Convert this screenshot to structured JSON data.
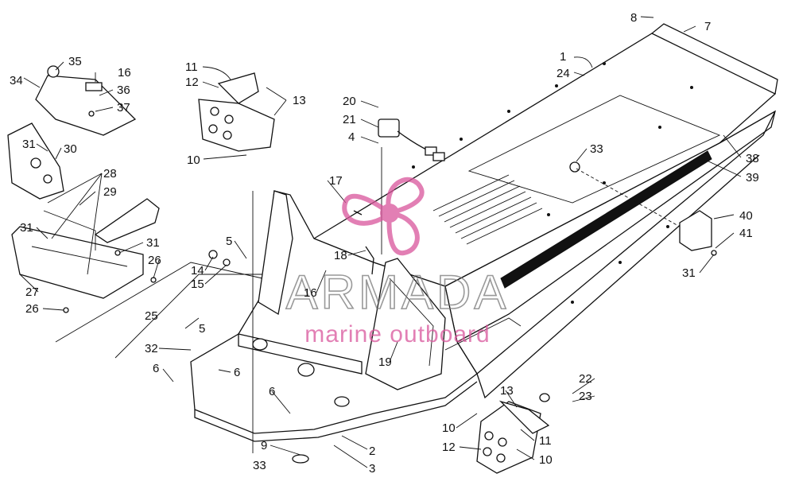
{
  "watermark": {
    "brand": "ARMADA",
    "tagline": "marine outboard",
    "color": "#d9559b"
  },
  "callouts": [
    {
      "id": "c1",
      "label": "1"
    },
    {
      "id": "c24",
      "label": "24"
    },
    {
      "id": "c7",
      "label": "7"
    },
    {
      "id": "c8",
      "label": "8"
    },
    {
      "id": "c35",
      "label": "35"
    },
    {
      "id": "c16a",
      "label": "16"
    },
    {
      "id": "c34",
      "label": "34"
    },
    {
      "id": "c36",
      "label": "36"
    },
    {
      "id": "c37",
      "label": "37"
    },
    {
      "id": "c11a",
      "label": "11"
    },
    {
      "id": "c12a",
      "label": "12"
    },
    {
      "id": "c13a",
      "label": "13"
    },
    {
      "id": "c10a",
      "label": "10"
    },
    {
      "id": "c20",
      "label": "20"
    },
    {
      "id": "c21",
      "label": "21"
    },
    {
      "id": "c4",
      "label": "4"
    },
    {
      "id": "c33a",
      "label": "33"
    },
    {
      "id": "c38",
      "label": "38"
    },
    {
      "id": "c39",
      "label": "39"
    },
    {
      "id": "c31a",
      "label": "31"
    },
    {
      "id": "c30",
      "label": "30"
    },
    {
      "id": "c28",
      "label": "28"
    },
    {
      "id": "c29",
      "label": "29"
    },
    {
      "id": "c17",
      "label": "17"
    },
    {
      "id": "c40",
      "label": "40"
    },
    {
      "id": "c41",
      "label": "41"
    },
    {
      "id": "c31b",
      "label": "31"
    },
    {
      "id": "c31c",
      "label": "31"
    },
    {
      "id": "c31d",
      "label": "31"
    },
    {
      "id": "c5a",
      "label": "5"
    },
    {
      "id": "c26a",
      "label": "26"
    },
    {
      "id": "c14",
      "label": "14"
    },
    {
      "id": "c15",
      "label": "15"
    },
    {
      "id": "c18",
      "label": "18"
    },
    {
      "id": "c27",
      "label": "27"
    },
    {
      "id": "c16b",
      "label": "16"
    },
    {
      "id": "c26b",
      "label": "26"
    },
    {
      "id": "c25",
      "label": "25"
    },
    {
      "id": "c5b",
      "label": "5"
    },
    {
      "id": "c32",
      "label": "32"
    },
    {
      "id": "c19",
      "label": "19"
    },
    {
      "id": "c6a",
      "label": "6"
    },
    {
      "id": "c6b",
      "label": "6"
    },
    {
      "id": "c6c",
      "label": "6"
    },
    {
      "id": "c22",
      "label": "22"
    },
    {
      "id": "c23",
      "label": "23"
    },
    {
      "id": "c13b",
      "label": "13"
    },
    {
      "id": "c10b",
      "label": "10"
    },
    {
      "id": "c11b",
      "label": "11"
    },
    {
      "id": "c12b",
      "label": "12"
    },
    {
      "id": "c10c",
      "label": "10"
    },
    {
      "id": "c9",
      "label": "9"
    },
    {
      "id": "c33b",
      "label": "33"
    },
    {
      "id": "c2",
      "label": "2"
    },
    {
      "id": "c3",
      "label": "3"
    }
  ]
}
